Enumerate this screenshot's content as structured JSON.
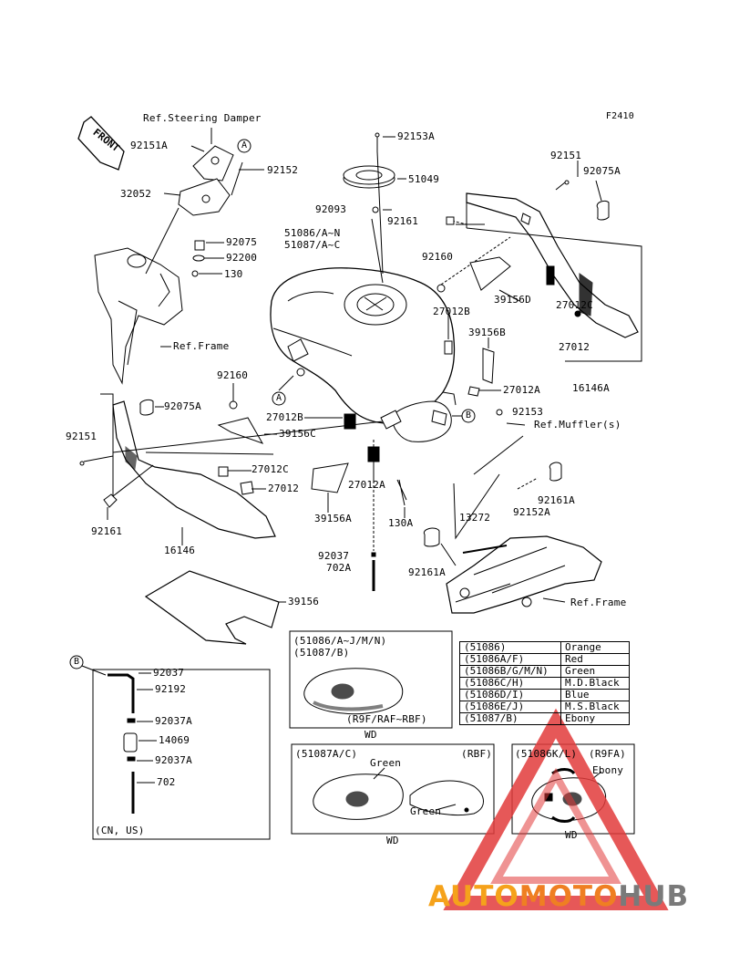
{
  "figure_code": "F2410",
  "front_label": "FRONT",
  "parts": {
    "ref_steering_damper": "Ref.Steering Damper",
    "p92151A": "92151A",
    "p92152": "92152",
    "p32052": "32052",
    "p92075": "92075",
    "p92200": "92200",
    "p130": "130",
    "ref_frame_1": "Ref.Frame",
    "p92153A": "92153A",
    "p51049": "51049",
    "p92093": "92093",
    "p51086_an": "51086/A~N",
    "p51087_ac": "51087/A~C",
    "p92161_top": "92161",
    "p92160_top": "92160",
    "p92151_right": "92151",
    "p92075A_right": "92075A",
    "p39156D": "39156D",
    "p27012C_right": "27012C",
    "p27012_right": "27012",
    "p27012B_top": "27012B",
    "p39156B": "39156B",
    "p27012A_mid": "27012A",
    "p16146A": "16146A",
    "p92153": "92153",
    "ref_muffler": "Ref.Muffler(s)",
    "p92160_left": "92160",
    "p92075A_left": "92075A",
    "p92151_left": "92151",
    "p27012B_mid": "27012B",
    "p39156C": "39156C",
    "p27012C_left": "27012C",
    "p27012_left": "27012",
    "p27012A_low": "27012A",
    "p39156A": "39156A",
    "p130A": "130A",
    "p92161_left": "92161",
    "p16146": "16146",
    "p13272": "13272",
    "p92161A_right": "92161A",
    "p92152A": "92152A",
    "p92161A_mid": "92161A",
    "p92037": "92037",
    "p702A": "702A",
    "ref_frame_2": "Ref.Frame",
    "p39156": "39156"
  },
  "marker_A": "A",
  "marker_B": "B",
  "kit": {
    "b_label": "B",
    "p92037": "92037",
    "p92192": "92192",
    "p92037A_1": "92037A",
    "p14069": "14069",
    "p92037A_2": "92037A",
    "p702": "702",
    "region": "(CN, US)"
  },
  "box1": {
    "line1": "(51086/A~J/M/N)",
    "line2": "(51087/B)",
    "models": "(R9F/RAF~RBF)",
    "variant": "WD"
  },
  "box2": {
    "line1": "(51087A/C)",
    "models": "(RBF)",
    "green_1": "Green",
    "green_2": "Green",
    "variant": "WD"
  },
  "box3": {
    "line1": "(51086K/L)",
    "models": "(R9FA)",
    "ebony": "Ebony",
    "variant": "WD"
  },
  "color_table": [
    {
      "code": "(51086)",
      "color": "Orange"
    },
    {
      "code": "(51086A/F)",
      "color": "Red"
    },
    {
      "code": "(51086B/G/M/N)",
      "color": "Green"
    },
    {
      "code": "(51086C/H)",
      "color": "M.D.Black"
    },
    {
      "code": "(51086D/I)",
      "color": "Blue"
    },
    {
      "code": "(51086E/J)",
      "color": "M.S.Black"
    },
    {
      "code": "(51087/B)",
      "color": "Ebony"
    }
  ],
  "watermark": {
    "part1": "AUTO",
    "part2": "MOTO",
    "part3": "HUB",
    "color_triangle": "#e23b3b",
    "color_auto": "#f5a21b",
    "color_moto": "#ef7f22",
    "color_hub": "#7a7a7a"
  }
}
